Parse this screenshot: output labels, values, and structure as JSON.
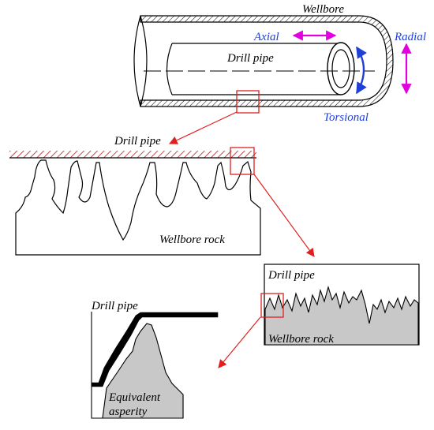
{
  "labels": {
    "wellbore": "Wellbore",
    "axial": "Axial",
    "radial": "Radial",
    "drill_pipe_top": "Drill pipe",
    "torsional": "Torsional",
    "drill_pipe_mid": "Drill pipe",
    "wellbore_rock_mid": "Wellbore rock",
    "drill_pipe_zoom": "Drill pipe",
    "wellbore_rock_zoom": "Wellbore rock",
    "drill_pipe_asperity": "Drill pipe",
    "equivalent_line1": "Equivalent",
    "equivalent_line2": "asperity"
  },
  "colors": {
    "label_blue": "#1f3fd6",
    "arrow_magenta": "#e000e0",
    "arrow_blue": "#1f3fd6",
    "zoom_red": "#e02020",
    "rock_fill": "#c8c8c8",
    "hatch": "#b02020"
  }
}
